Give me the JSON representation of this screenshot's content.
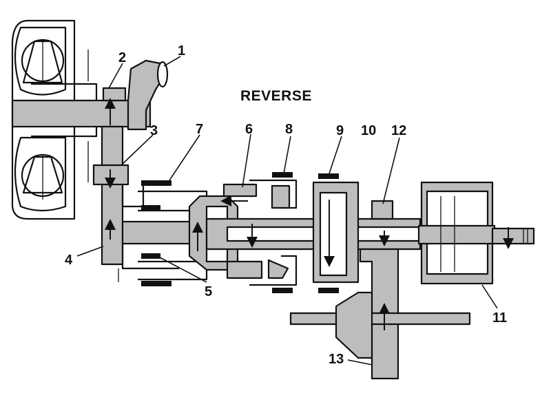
{
  "diagram": {
    "title": "REVERSE",
    "callouts": [
      {
        "id": "c1",
        "text": "1"
      },
      {
        "id": "c2",
        "text": "2"
      },
      {
        "id": "c3",
        "text": "3"
      },
      {
        "id": "c4",
        "text": "4"
      },
      {
        "id": "c5",
        "text": "5"
      },
      {
        "id": "c6",
        "text": "6"
      },
      {
        "id": "c7",
        "text": "7"
      },
      {
        "id": "c8",
        "text": "8"
      },
      {
        "id": "c9",
        "text": "9"
      },
      {
        "id": "c10",
        "text": "10"
      },
      {
        "id": "c11",
        "text": "11"
      },
      {
        "id": "c12",
        "text": "12"
      },
      {
        "id": "c13",
        "text": "13"
      }
    ]
  }
}
